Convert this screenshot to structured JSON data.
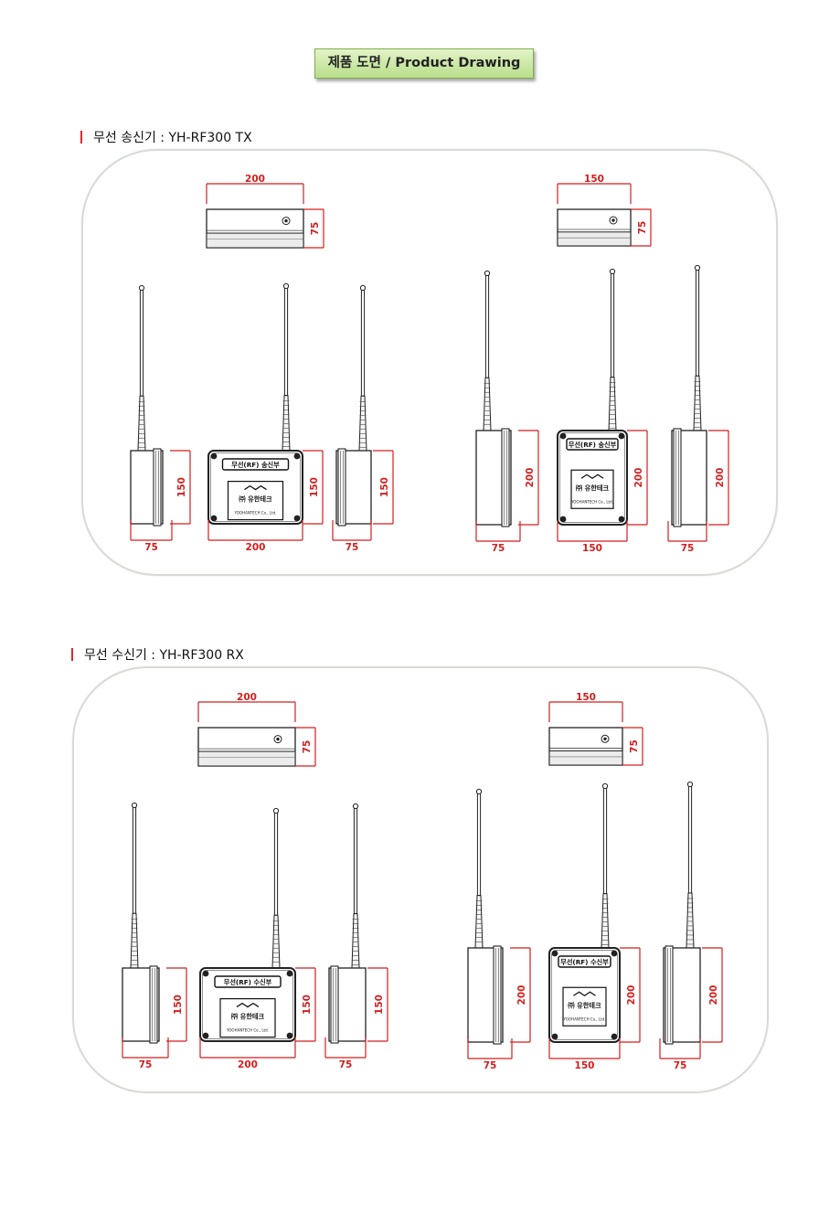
{
  "page_title": "제품 도면 / Product Drawing",
  "sections": [
    {
      "heading": "무선 송신기 : YH-RF300 TX",
      "plate_label": "무선(RF) 송신부",
      "left_set": {
        "top_width": "200",
        "top_height": "75",
        "side_width_left": "75",
        "side_height_left": "150",
        "front_width": "200",
        "front_height": "150",
        "side_width_right": "75",
        "side_height_right": "150"
      },
      "right_set": {
        "top_width": "150",
        "top_height": "75",
        "side_width_left": "75",
        "side_height_left": "200",
        "front_width": "150",
        "front_height": "200",
        "side_width_right": "75",
        "side_height_right": "200"
      }
    },
    {
      "heading": "무선 수신기 : YH-RF300 RX",
      "plate_label": "무선(RF) 수신부",
      "left_set": {
        "top_width": "200",
        "top_height": "75",
        "side_width_left": "75",
        "side_height_left": "150",
        "front_width": "200",
        "front_height": "150",
        "side_width_right": "75",
        "side_height_right": "150"
      },
      "right_set": {
        "top_width": "150",
        "top_height": "75",
        "side_width_left": "75",
        "side_height_left": "200",
        "front_width": "150",
        "front_height": "200",
        "side_width_right": "75",
        "side_height_right": "200"
      }
    }
  ],
  "logo_company": "㈜ 유한테크",
  "logo_company_en": "YOOHANTECH Co., Ltd.",
  "colors": {
    "dimension": "#d41e1e",
    "badge": "#c7e6a1",
    "panel_border": "#d7dbd6"
  },
  "icons": [
    "antenna-icon",
    "mounting-screw-icon",
    "status-led-icon"
  ]
}
